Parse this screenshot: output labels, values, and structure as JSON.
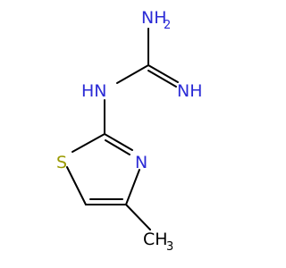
{
  "molecule": {
    "atoms": {
      "amino": {
        "label": "NH",
        "subscript": "2",
        "color": "#2b2bd6"
      },
      "amine_link": {
        "label": "HN",
        "color": "#2b2bd6"
      },
      "imine": {
        "label": "NH",
        "color": "#2b2bd6"
      },
      "ring_nitrogen": {
        "label": "N",
        "color": "#2b2bd6"
      },
      "sulfur": {
        "label": "S",
        "color": "#9a9a00"
      },
      "methyl": {
        "label": "CH",
        "subscript": "3",
        "color": "#000000"
      }
    },
    "bond_color": "#000000"
  }
}
